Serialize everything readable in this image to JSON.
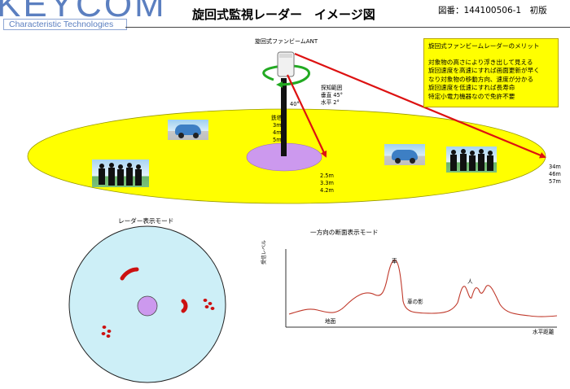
{
  "header": {
    "logo": "KEYCOM",
    "logo_tagline": "Characteristic Technologies",
    "title": "旋回式監視レーダー　イメージ図",
    "doc_number": "図番：144100506-1　初版"
  },
  "merit_box": {
    "title": "旋回式ファンビームレーダーのメリット",
    "lines": [
      "対象物の高さにより浮き出して見える",
      "旋回速度を高速にすれば画面更新が早く",
      "なり対象物の移動方向、速度が分かる",
      "旋回速度を低速にすれば長寿命",
      "特定小電力機器なので免許不要"
    ]
  },
  "radar_scene": {
    "antenna_label": "旋回式ファンビームANT",
    "detection_label": "探知範囲",
    "vertical_angle": "垂直 45°",
    "horizontal_angle": "水平 2°",
    "tilt_angle": "40°",
    "tower_label": "鉄塔",
    "tower_heights": [
      "3m",
      "4m",
      "5m"
    ],
    "near_distances": [
      "2.5m",
      "3.3m",
      "4.2m"
    ],
    "far_distances": [
      "34m",
      "46m",
      "57m"
    ]
  },
  "radar_mode": {
    "title": "レーダー表示モード"
  },
  "section_mode": {
    "title": "一方向の断面表示モード",
    "y_axis_label": "受信レベル",
    "x_axis_label": "水平距離",
    "labels": {
      "car": "車",
      "person": "人",
      "car_shadow": "車の影",
      "ground": "地面"
    }
  },
  "colors": {
    "field_yellow": "#ffff00",
    "base_purple": "#cc99ee",
    "screen_cyan": "#cdeff7",
    "arrow_red": "#dd1111",
    "rotation_green": "#22aa22",
    "profile_red": "#c0392b",
    "logo_blue": "#5b7fc0"
  }
}
